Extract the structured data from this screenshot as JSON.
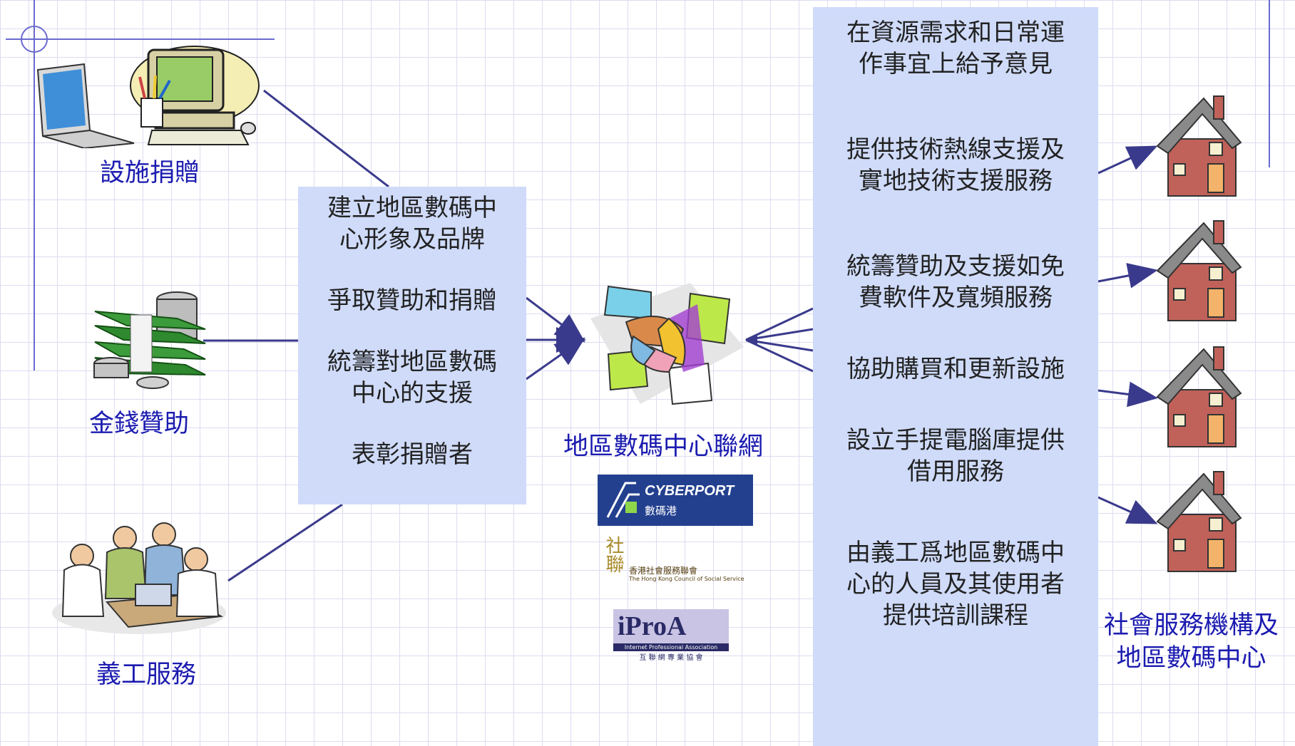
{
  "left_items": [
    {
      "label": "設施捐贈",
      "icon": "computer-donation-icon"
    },
    {
      "label": "金錢贊助",
      "icon": "money-stack-icon"
    },
    {
      "label": "義工服務",
      "icon": "volunteer-team-icon"
    }
  ],
  "middle_box": {
    "lines": [
      [
        "建立地區數碼中",
        "心形象及品牌"
      ],
      [
        "爭取贊助和捐贈"
      ],
      [
        "統籌對地區數碼",
        "中心的支援"
      ],
      [
        "表彰捐贈者"
      ]
    ]
  },
  "center": {
    "title": "地區數碼中心聯網",
    "icon": "joined-hands-icon",
    "logos": {
      "cyberport": {
        "en": "CYBERPORT",
        "zh": "數碼港"
      },
      "hkcss": {
        "mark": "社聯",
        "zh": "香港社會服務聯會",
        "en": "The Hong Kong Council of Social Service"
      },
      "ipro": {
        "mark": "iProA",
        "en": "Internet Professional Association",
        "zh": "互 聯 網 專 業 協 會"
      }
    }
  },
  "right_box": {
    "items": [
      [
        "在資源需求和日常運",
        "作事宜上給予意見"
      ],
      [
        "提供技術熱線支援及",
        "實地技術支援服務"
      ],
      [
        "統籌贊助及支援如免",
        "費軟件及寬頻服務"
      ],
      [
        "協助購買和更新設施"
      ],
      [
        "設立手提電腦庫提供",
        "借用服務"
      ],
      [
        "由義工爲地區數碼中",
        "心的人員及其使用者",
        "提供培訓課程"
      ]
    ]
  },
  "far_right": {
    "label_lines": [
      "社會服務機構及",
      "地區數碼中心"
    ],
    "house_count": 4,
    "house_icon": "house-icon"
  },
  "colors": {
    "label": "#1b1bb0",
    "box": "#cfdbf9",
    "line": "#3a3a8c"
  }
}
